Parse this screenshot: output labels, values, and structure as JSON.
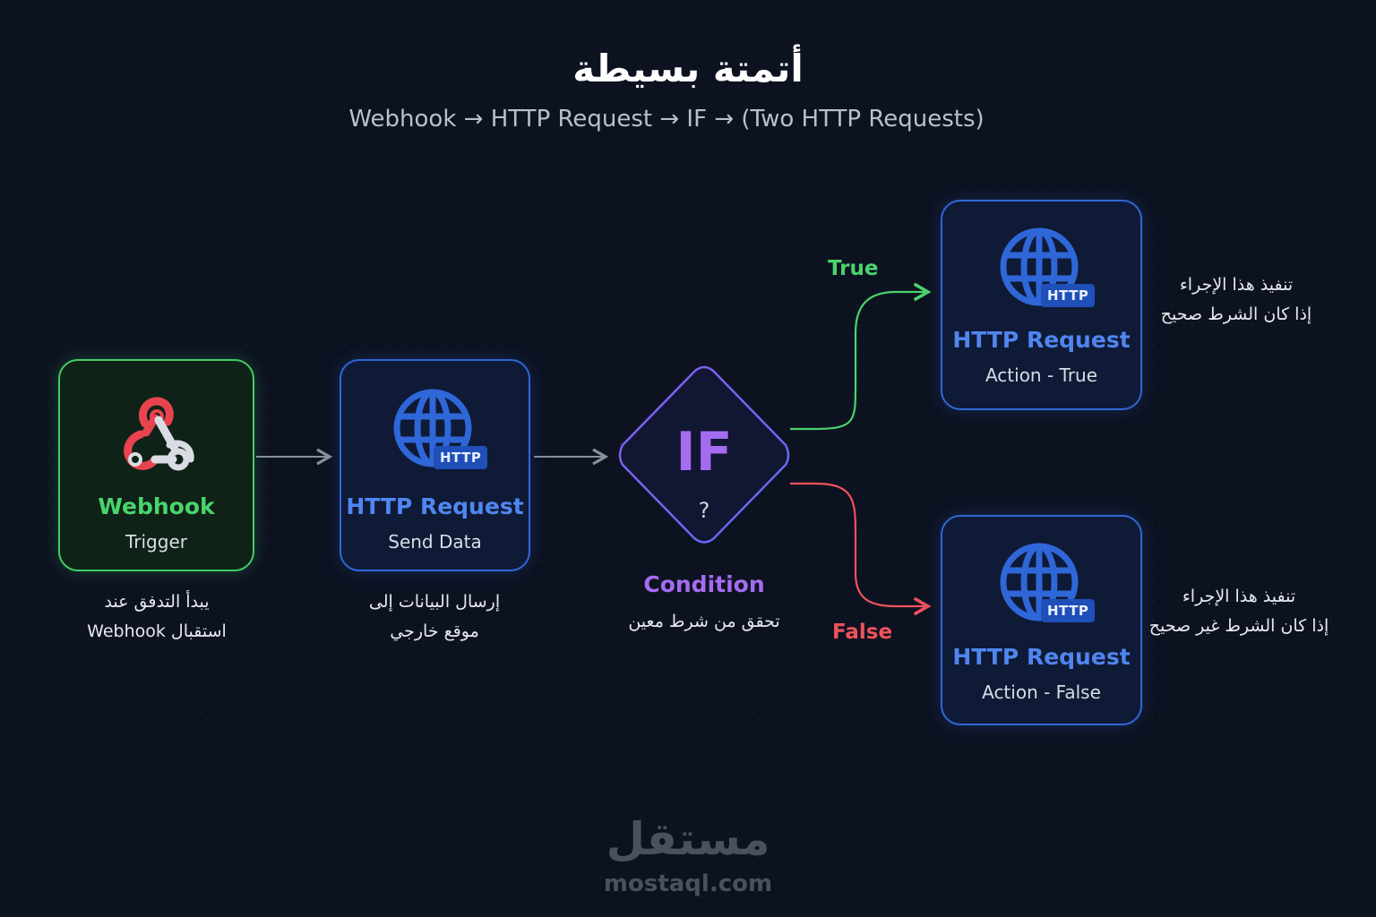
{
  "header": {
    "title": "أتمتة بسيطة",
    "subtitle": "Webhook → HTTP Request → IF → (Two HTTP Requests)"
  },
  "nodes": {
    "webhook": {
      "title": "Webhook",
      "subtitle": "Trigger",
      "description": [
        "يبدأ التدفق عند",
        "استقبال Webhook"
      ]
    },
    "send": {
      "title": "HTTP Request",
      "subtitle": "Send Data",
      "badge": "HTTP",
      "description": [
        "إرسال البيانات إلى",
        "موقع خارجي"
      ]
    },
    "condition": {
      "label": "IF",
      "symbol": "?",
      "title": "Condition",
      "description": "تحقق من شرط معين"
    },
    "true_action": {
      "title": "HTTP Request",
      "subtitle": "Action - True",
      "badge": "HTTP",
      "description": [
        "تنفيذ هذا الإجراء",
        "إذا كان الشرط صحيح"
      ]
    },
    "false_action": {
      "title": "HTTP Request",
      "subtitle": "Action - False",
      "badge": "HTTP",
      "description": [
        "تنفيذ هذا الإجراء",
        "إذا كان الشرط غير صحيح"
      ]
    }
  },
  "branches": {
    "true_label": "True",
    "false_label": "False"
  },
  "brand": {
    "name": "مستقل",
    "url": "mostaql.com"
  },
  "colors": {
    "background": "#0d1221",
    "webhook_green": "#3fcf63",
    "http_blue": "#2f67d8",
    "condition_purple": "#8a5cf0",
    "true_green": "#4ad46c",
    "false_red": "#f0535b",
    "webhook_icon_red": "#e8434f"
  },
  "icons": {
    "webhook": "webhook-icon",
    "http": "globe-icon",
    "condition": "diamond-shape"
  }
}
